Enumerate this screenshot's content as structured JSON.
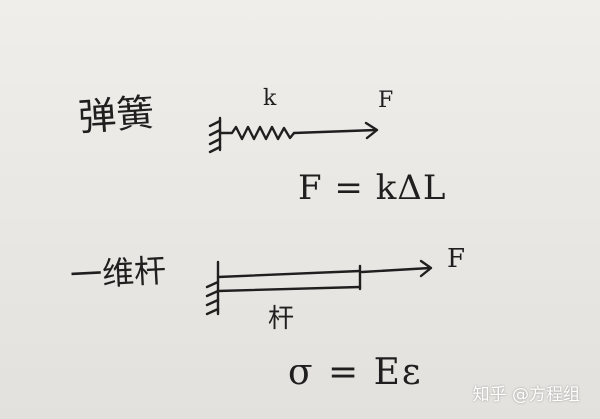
{
  "labels": {
    "spring": "弹簧",
    "k": "k",
    "F1": "F",
    "hooke_law": "F = kΔL",
    "rod": "一维杆",
    "F2": "F",
    "rod_under": "杆",
    "stress_law": "σ = Eε"
  },
  "watermark": "知乎 @方程组",
  "colors": {
    "ink": "#1f1f1f",
    "paper": "#eceae6"
  }
}
